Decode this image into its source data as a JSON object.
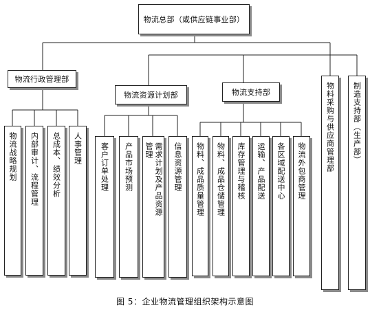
{
  "root": {
    "label": "物流总部（或供应链事业部）"
  },
  "departments": [
    {
      "label": "物流行政管理部",
      "children": [
        "物流战略规划",
        "内部审计、流程管理",
        "总成本、绩效分析",
        "人事管理"
      ]
    },
    {
      "label": "物流资源计划部",
      "children": [
        "客户订单处理",
        "产品市场预测",
        "需求计划及产品资源管理",
        "信息资源管理"
      ]
    },
    {
      "label": "物流支持部",
      "children": [
        "物料、成品质量管理",
        "物料、成品仓储管理",
        "库存管理与稽核",
        "运输、产品配送",
        "各区域配送中心",
        "物流外包商管理"
      ]
    },
    {
      "label": "物料采购与供应商管理部",
      "children": []
    },
    {
      "label": "制造支持部（生产部）",
      "children": []
    }
  ],
  "caption": "图 5：企业物流管理组织架构示意图"
}
